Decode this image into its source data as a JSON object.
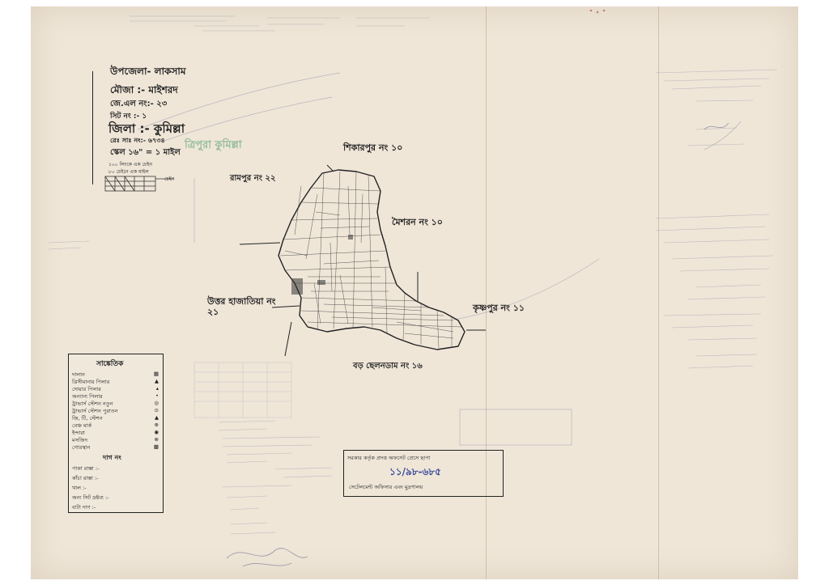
{
  "header": {
    "upazila": "উপজেলা- লাকসাম",
    "mouza": "মৌজা :- মাইশরদ",
    "jl_no": "জে.এল নং:- ২৩",
    "sheet_no": "সিট নং :- ১",
    "district": "জিলা :- কুমিল্লা",
    "district_stamp": "ত্রিপুরা কুমিল্লা",
    "rs_no": "রেঃ সাঃ নং:- ৬৭৩৪",
    "scale": "স্কেল ১৬\" = ১ মাইল",
    "scale_note_1": "১০০ লিংকে এক চেইন",
    "scale_note_2": "৮০ চেইনে এক মাইল",
    "scale_bar_label": "চেইন"
  },
  "neighbors": {
    "north": "শিকারপুর নং ১০",
    "northwest": "রামপুর নং ২২",
    "east": "মৈশরন নং ১০",
    "southeast": "কৃষ্ণপুর নং ১১",
    "west": "উত্তর হাজাতিয়া নং ২১",
    "south": "বড় ছেলনডাম নং ১৬"
  },
  "legend": {
    "title": "সাঙ্কেতিক",
    "items": [
      {
        "label": "দালান",
        "symbol": "▦"
      },
      {
        "label": "ত্রিসীমানার পিলার",
        "symbol": "▲"
      },
      {
        "label": "দোয়ার পিলার",
        "symbol": "▴"
      },
      {
        "label": "অন্যান্য পিলার",
        "symbol": "•"
      },
      {
        "label": "ট্রাভার্স স্টেশন নতুন",
        "symbol": "◎"
      },
      {
        "label": "ট্রাভার্স স্টেশন পুরাতন",
        "symbol": "⊙"
      },
      {
        "label": "জি, টি, স্টেশন",
        "symbol": "▲"
      },
      {
        "label": "বেঞ্চ মার্ক",
        "symbol": "⊕"
      },
      {
        "label": "ইন্দারা",
        "symbol": "◉"
      },
      {
        "label": "মসজিদ",
        "symbol": "⊗"
      },
      {
        "label": "গোরস্থান",
        "symbol": "▩"
      }
    ],
    "section2_title": "দাগ নং",
    "section2_items": [
      "পাকা রাস্তা :-",
      "কাঁচা রাস্তা :-",
      "খাল :-",
      "অন্য সিট দ্রষ্টব্য :-",
      "বাটা দাগ :-"
    ]
  },
  "stamp_box": {
    "line1": "সরকার কর্তৃক প্রদত্ত অফসেট প্রেসে ছাপা",
    "line2": "১১/৯৮-৬৮৫",
    "line3": "সেটেলমেন্ট অফিসার এবং মুদ্রণালয়"
  },
  "colors": {
    "paper": "#efe6d8",
    "ink": "#222222",
    "pencil": "#6d6a7a",
    "stamp_blue": "#3a4b9a",
    "stamp_green": "#4a9a6a"
  }
}
